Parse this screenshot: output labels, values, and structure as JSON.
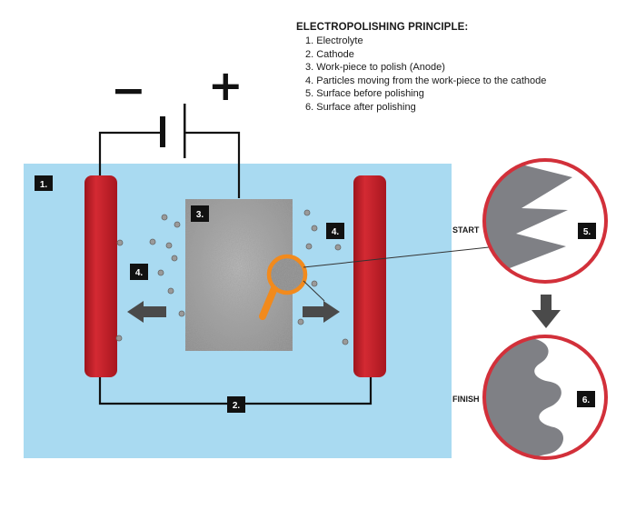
{
  "legend": {
    "title": "ELECTROPOLISHING PRINCIPLE:",
    "items": [
      "1. Electrolyte",
      "2. Cathode",
      "3. Work-piece to polish (Anode)",
      "4. Particles moving from the work-piece to the cathode",
      "5. Surface before polishing",
      "6. Surface after polishing"
    ]
  },
  "signs": {
    "minus": "−",
    "plus": "+"
  },
  "badges": {
    "electrolyte": "1.",
    "cathode": "2.",
    "workpiece": "3.",
    "particles_left": "4.",
    "particles_right": "4.",
    "before": "5.",
    "after": "6."
  },
  "labels": {
    "start": "START",
    "finish": "FINISH"
  },
  "colors": {
    "electrolyte": "#a9daf1",
    "electrode": "#c8202a",
    "circle_border": "#d2303a",
    "surface": "#7f8085",
    "workpiece": "#8e8e8e",
    "magnifier": "#f28a1c",
    "arrow": "#4a4a4a",
    "wire": "#111111"
  }
}
